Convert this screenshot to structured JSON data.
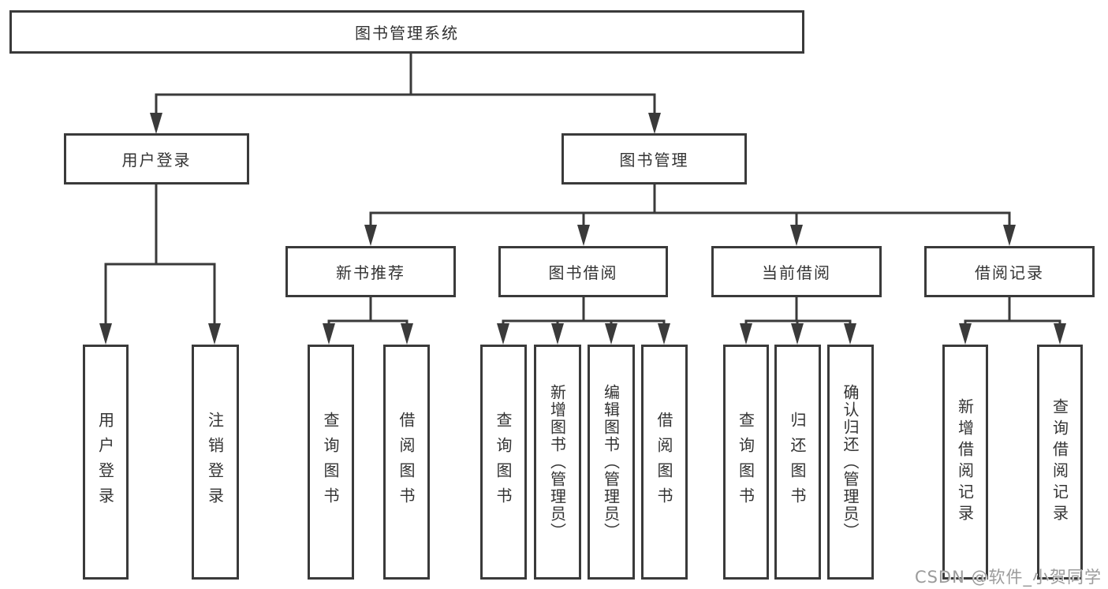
{
  "tree": {
    "root": "图书管理系统",
    "level2": [
      "用户登录",
      "图书管理"
    ],
    "level3": [
      "新书推荐",
      "图书借阅",
      "当前借阅",
      "借阅记录"
    ],
    "leaves": {
      "user_login": [
        "用户登录",
        "注销登录"
      ],
      "new_books": [
        "查询图书",
        "借阅图书"
      ],
      "book_borrow": [
        "查询图书",
        "新增图书（管理员）",
        "编辑图书（管理员）",
        "借阅图书"
      ],
      "current_borrow": [
        "查询图书",
        "归还图书",
        "确认归还（管理员）"
      ],
      "borrow_records": [
        "新增借阅记录",
        "查询借阅记录"
      ]
    }
  },
  "watermark": "CSDN @软件_小贺同学",
  "colors": {
    "line": "#3a3a3a",
    "box_border": "#3a3a3a",
    "text": "#333333",
    "watermark": "#9b9b9b",
    "background": "#ffffff"
  }
}
